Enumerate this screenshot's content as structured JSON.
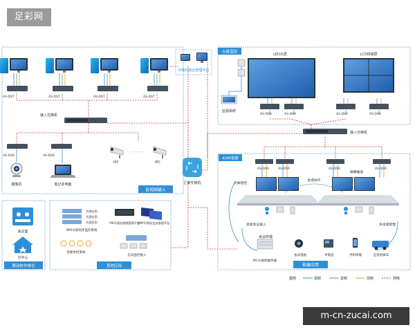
{
  "brand": "足彩网",
  "watermark": "m-cn-zucai.com",
  "colors": {
    "video": "#2f8fd6",
    "audio": "#5aa84a",
    "control": "#e8a11f",
    "network": "#c0392b",
    "frame": "#8fb8dd",
    "tag": "#2f8fd6"
  },
  "top_left": {
    "nodes": [
      "AS-DST",
      "AS-DST",
      "AS-DST",
      "AS-DST"
    ],
    "switch_label": "接入交换机",
    "devices": [
      {
        "code": "AS-DSR",
        "caption": "摄像机"
      },
      {
        "code": "AS-DSR",
        "caption": "笔记本电脑"
      }
    ],
    "ipc": [
      "IPC",
      "IPC"
    ],
    "dots": "· · · · · ·",
    "tag": "音视频输入"
  },
  "center": {
    "manage_label": "可视化综合管理平台",
    "core_label": "汇聚交换机"
  },
  "top_right": {
    "tag": "大屏显控",
    "led_label": "LED大屏",
    "lcd_label": "LCD拼接屏",
    "system_label": "监视系统",
    "decoders": [
      "AS-DSR",
      "AS-DSR",
      "AS-DSR",
      "AS-DSR"
    ],
    "switch_label": "接入交换机"
  },
  "kvm": {
    "tag": "KVM坐席",
    "nodes": [
      "AS-DSR",
      "AS-DSR",
      "AS-DSR",
      "AS-DSR"
    ],
    "big_screen_ctrl": "大屏管控",
    "seat_collab": "坐席协作",
    "screen_link": "屏幕推送",
    "seat_join": "坐席会议接入",
    "seat_right": "多坐席管理"
  },
  "extend": {
    "tag": "拓展应用",
    "title": "会议终端",
    "items": [
      "MCU/视频服务器",
      "会议电视",
      "IP电话",
      "手机终端",
      "应急指挥车"
    ]
  },
  "bottom_left": {
    "tag": "联动协作单位",
    "items": [
      "会议室",
      "分中心"
    ]
  },
  "bottom_mid": {
    "tag": "其他应用",
    "stack_labels": [
      "大屏应用",
      "大屏应用",
      "大屏应用"
    ],
    "items": [
      "DP0大屏同步监控系统",
      "VM可视化视频管理平台",
      "VMP可视化业务管理平台",
      "智能中控系统",
      "信号监控接入"
    ]
  },
  "legend": {
    "title": "图例",
    "items": [
      {
        "label": "视频",
        "style": "video"
      },
      {
        "label": "音频",
        "style": "audio"
      },
      {
        "label": "控制",
        "style": "control"
      },
      {
        "label": "网络",
        "style": "network"
      }
    ]
  }
}
